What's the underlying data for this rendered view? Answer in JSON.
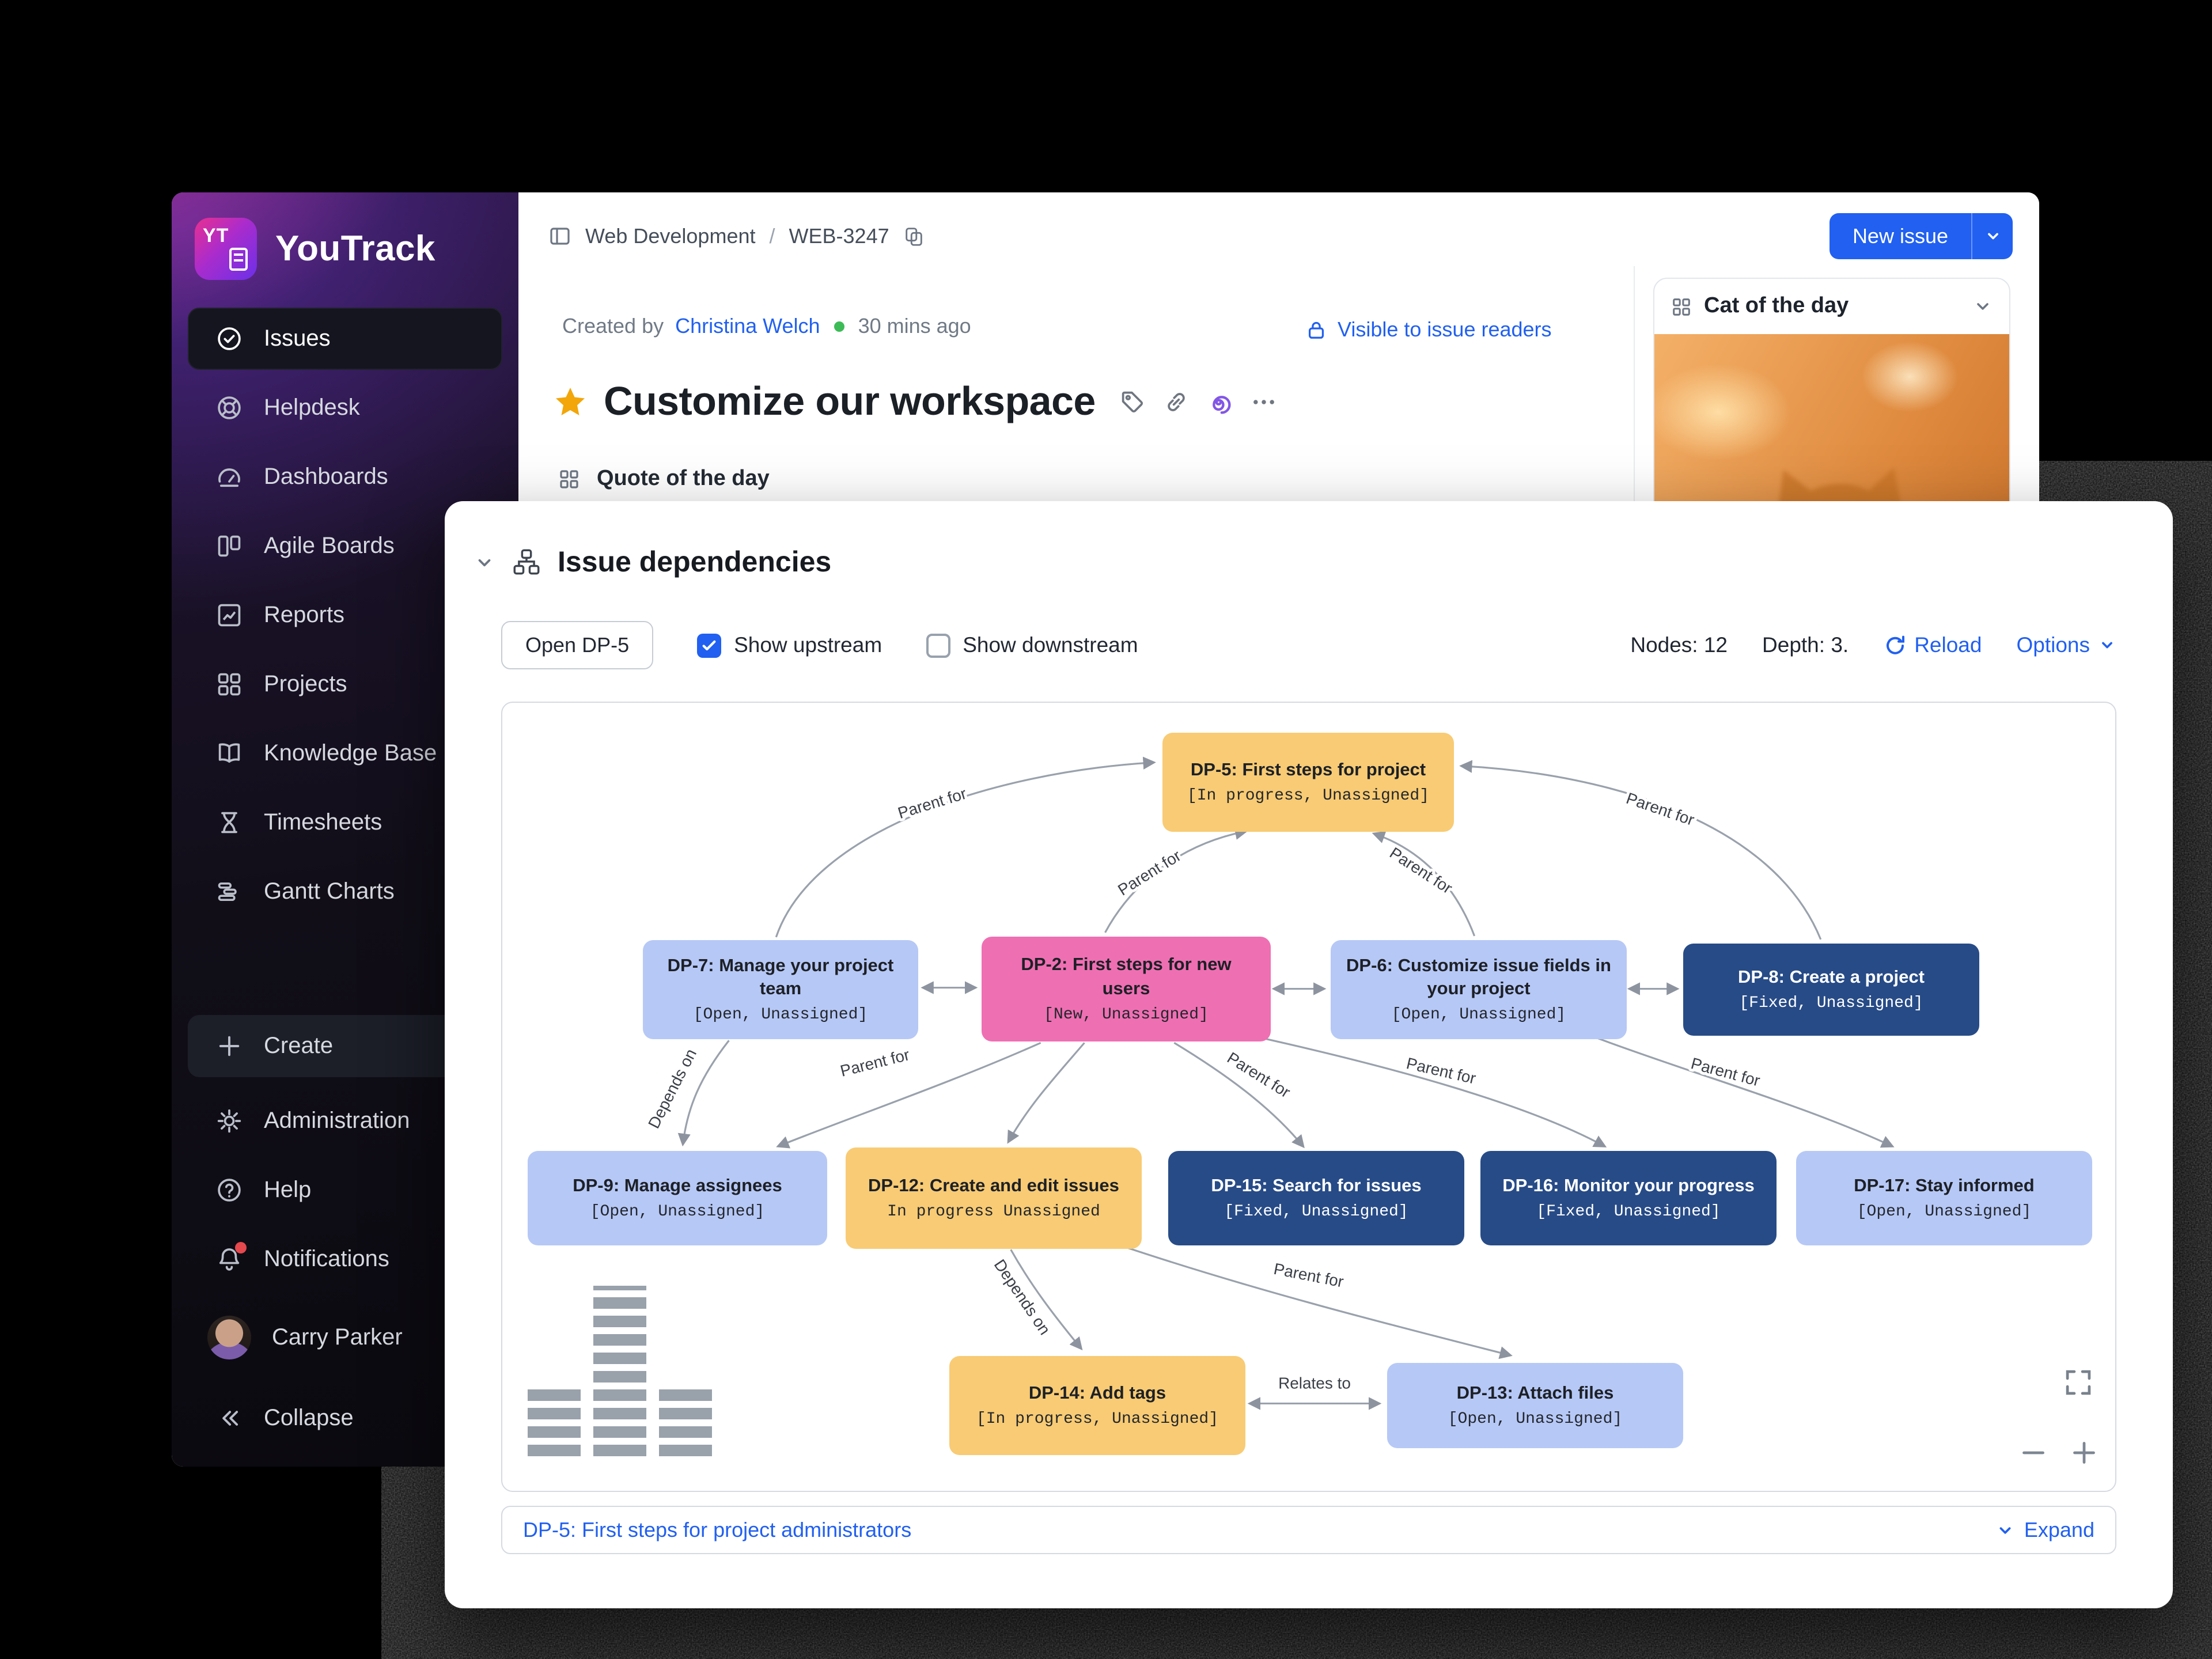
{
  "app": {
    "logo_text": "YouTrack"
  },
  "colors": {
    "accent_blue": "#2160f0",
    "node_yellow": "#f8cb74",
    "node_light_blue": "#b6c8f6",
    "node_pink": "#ef6fb3",
    "node_dark_blue": "#274b87"
  },
  "sidebar": {
    "items": [
      "Issues",
      "Helpdesk",
      "Dashboards",
      "Agile Boards",
      "Reports",
      "Projects",
      "Knowledge Base",
      "Timesheets",
      "Gantt Charts"
    ],
    "active_item": "Issues",
    "create_label": "Create",
    "admin_label": "Administration",
    "help_label": "Help",
    "notifications_label": "Notifications",
    "user_name": "Carry Parker",
    "collapse_label": "Collapse"
  },
  "header": {
    "breadcrumb_project": "Web Development",
    "breadcrumb_separator": "/",
    "breadcrumb_issue": "WEB-3247",
    "new_issue_label": "New issue"
  },
  "issue": {
    "created_by_label": "Created by",
    "author": "Christina Welch",
    "time_ago": "30 mins ago",
    "visibility_label": "Visible to issue readers",
    "title": "Customize our workspace",
    "quote_widget_title": "Quote of the day"
  },
  "cat_widget": {
    "title": "Cat of the day"
  },
  "deps": {
    "title": "Issue dependencies",
    "open_button": "Open DP-5",
    "show_upstream_label": "Show upstream",
    "show_upstream_checked": true,
    "show_downstream_label": "Show downstream",
    "show_downstream_checked": false,
    "nodes_label": "Nodes: 12",
    "depth_label": "Depth: 3.",
    "reload_label": "Reload",
    "options_label": "Options",
    "footer_link": "DP-5: First steps for project administrators",
    "footer_expand": "Expand",
    "graph": {
      "nodes": [
        {
          "id": "DP-5",
          "title": "DP-5: First steps for project",
          "status": "[In progress, Unassigned]",
          "color": "yellow"
        },
        {
          "id": "DP-7",
          "title": "DP-7: Manage your project team",
          "status": "[Open, Unassigned]",
          "color": "light_blue"
        },
        {
          "id": "DP-2",
          "title": "DP-2: First steps for new users",
          "status": "[New, Unassigned]",
          "color": "pink"
        },
        {
          "id": "DP-6",
          "title": "DP-6: Customize issue fields in your project",
          "status": "[Open, Unassigned]",
          "color": "light_blue"
        },
        {
          "id": "DP-8",
          "title": "DP-8: Create a project",
          "status": "[Fixed, Unassigned]",
          "color": "dark_blue"
        },
        {
          "id": "DP-9",
          "title": "DP-9: Manage assignees",
          "status": "[Open, Unassigned]",
          "color": "light_blue"
        },
        {
          "id": "DP-12",
          "title": "DP-12: Create and edit issues",
          "status": "In progress Unassigned",
          "color": "yellow"
        },
        {
          "id": "DP-15",
          "title": "DP-15: Search for issues",
          "status": "[Fixed, Unassigned]",
          "color": "dark_blue"
        },
        {
          "id": "DP-16",
          "title": "DP-16: Monitor your progress",
          "status": "[Fixed, Unassigned]",
          "color": "dark_blue"
        },
        {
          "id": "DP-17",
          "title": "DP-17: Stay informed",
          "status": "[Open, Unassigned]",
          "color": "light_blue"
        },
        {
          "id": "DP-14",
          "title": "DP-14: Add tags",
          "status": "[In progress, Unassigned]",
          "color": "yellow"
        },
        {
          "id": "DP-13",
          "title": "DP-13: Attach files",
          "status": "[Open, Unassigned]",
          "color": "light_blue"
        }
      ],
      "edge_labels": [
        "Parent for",
        "Parent for",
        "Parent for",
        "Parent for",
        "Depends on",
        "Parent for",
        "Parent for",
        "Parent for",
        "Parent for",
        "Depends on",
        "Parent for",
        "Relates to"
      ]
    }
  }
}
